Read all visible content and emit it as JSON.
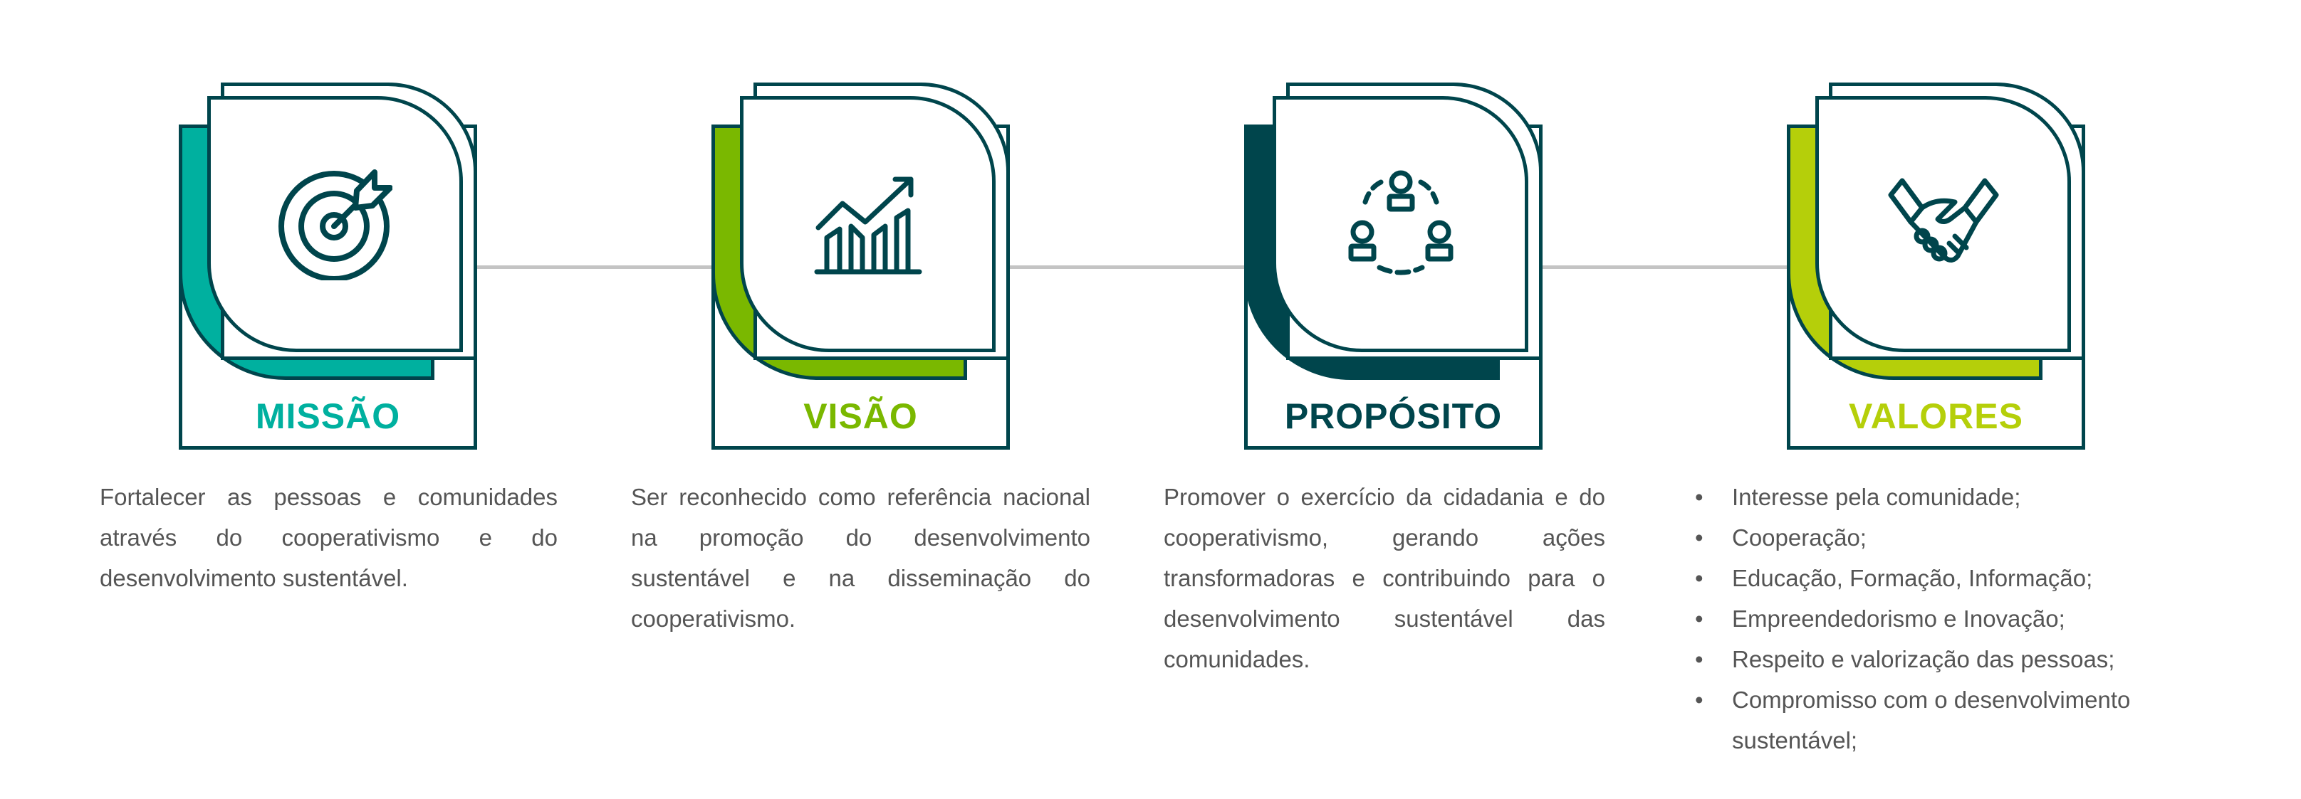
{
  "colors": {
    "dark": "#00454c",
    "missao": "#00b09f",
    "visao": "#7ab800",
    "proposito": "#00454c",
    "valores": "#b5cf0a",
    "text": "#555555",
    "connector": "#c4c4c4"
  },
  "cards": [
    {
      "title": "MISSÃO",
      "icon": "target-arrow-icon",
      "description": "Fortalecer as pessoas e comunidades através do cooperativismo e do desenvolvimento sustentável."
    },
    {
      "title": "VISÃO",
      "icon": "growth-chart-icon",
      "description": "Ser reconhecido como referência nacional na promoção do desenvolvimento sustentável e na disseminação do cooperativismo."
    },
    {
      "title": "PROPÓSITO",
      "icon": "community-people-icon",
      "description": "Promover o exercício da cidadania e do cooperativismo, gerando ações transformadoras e contribuindo para o desenvolvimento sustentável das comunidades."
    },
    {
      "title": "VALORES",
      "icon": "handshake-icon",
      "values": [
        "Interesse pela comunidade;",
        "Cooperação;",
        "Educação, Formação, Informação;",
        "Empreendedorismo e Inovação;",
        "Respeito e valorização das pessoas;",
        "Compromisso com o desenvolvimento sustentável;"
      ]
    }
  ]
}
